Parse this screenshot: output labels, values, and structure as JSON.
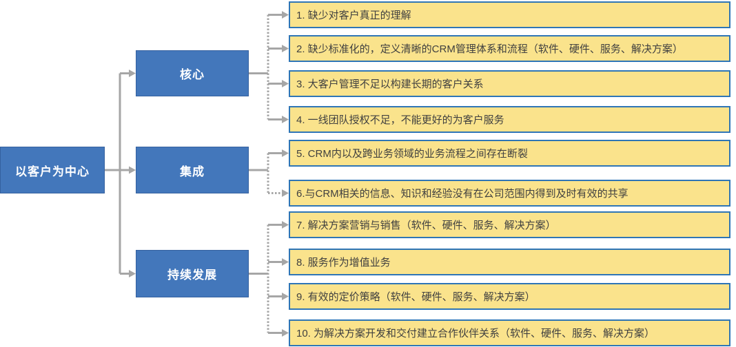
{
  "diagram": {
    "root": {
      "label": "以客户为中心"
    },
    "branches": [
      {
        "label": "核心"
      },
      {
        "label": "集成"
      },
      {
        "label": "持续发展"
      }
    ],
    "items": [
      {
        "text": "1. 缺少对客户真正的理解"
      },
      {
        "text": "2. 缺少标准化的，定义清晰的CRM管理体系和流程（软件、硬件、服务、解决方案）"
      },
      {
        "text": "3. 大客户管理不足以构建长期的客户关系"
      },
      {
        "text": "4. 一线团队授权不足，不能更好的为客户服务"
      },
      {
        "text": "5. CRM内以及跨业务领域的业务流程之间存在断裂"
      },
      {
        "text": "6.与CRM相关的信息、知识和经验没有在公司范围内得到及时有效的共享"
      },
      {
        "text": "7. 解决方案营销与销售（软件、硬件、服务、解决方案）"
      },
      {
        "text": "8. 服务作为增值业务"
      },
      {
        "text": "9. 有效的定价策略（软件、硬件、服务、解决方案）"
      },
      {
        "text": "10. 为解决方案开发和交付建立合作伙伴关系（软件、硬件、服务、解决方案）"
      }
    ],
    "colors": {
      "background": "#FFFFFF",
      "node_fill": "#4377BB",
      "node_border": "#35619F",
      "node_text": "#FFFFFF",
      "item_fill": "#FAE38C",
      "item_border": "#2E75B6",
      "item_text": "#404040",
      "connector": "#A6A6A6"
    }
  }
}
